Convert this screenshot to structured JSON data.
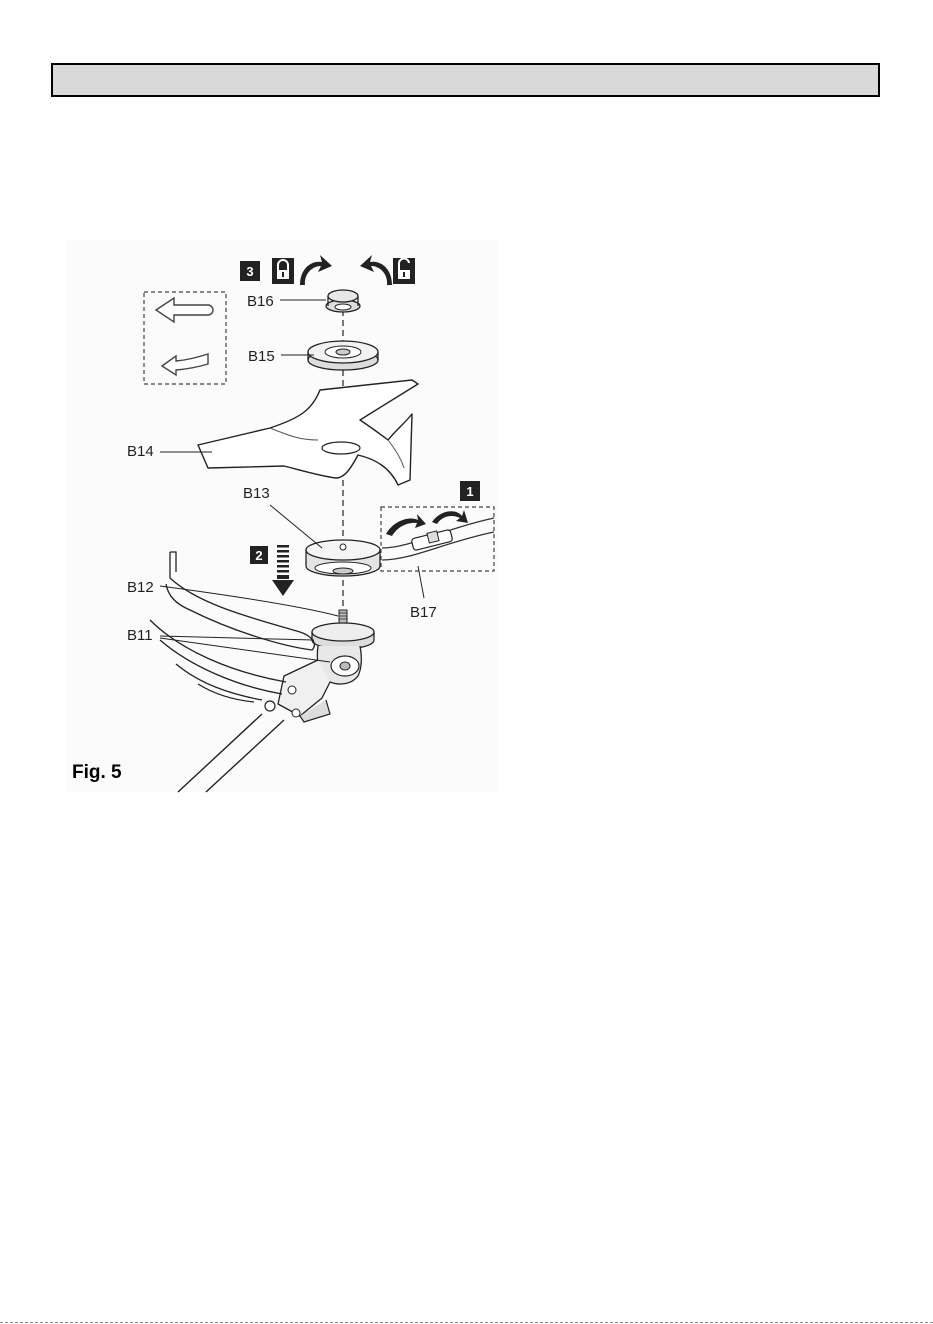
{
  "figure": {
    "caption": "Fig. 5",
    "steps": [
      "1",
      "2",
      "3"
    ],
    "labels": {
      "b11": "B11",
      "b12": "B12",
      "b13": "B13",
      "b14": "B14",
      "b15": "B15",
      "b16": "B16",
      "b17": "B17"
    }
  },
  "colors": {
    "header_fill": "#d9d9d9",
    "line": "#222222",
    "part_fill": "#e8e8e8",
    "step_box": "#222222"
  }
}
